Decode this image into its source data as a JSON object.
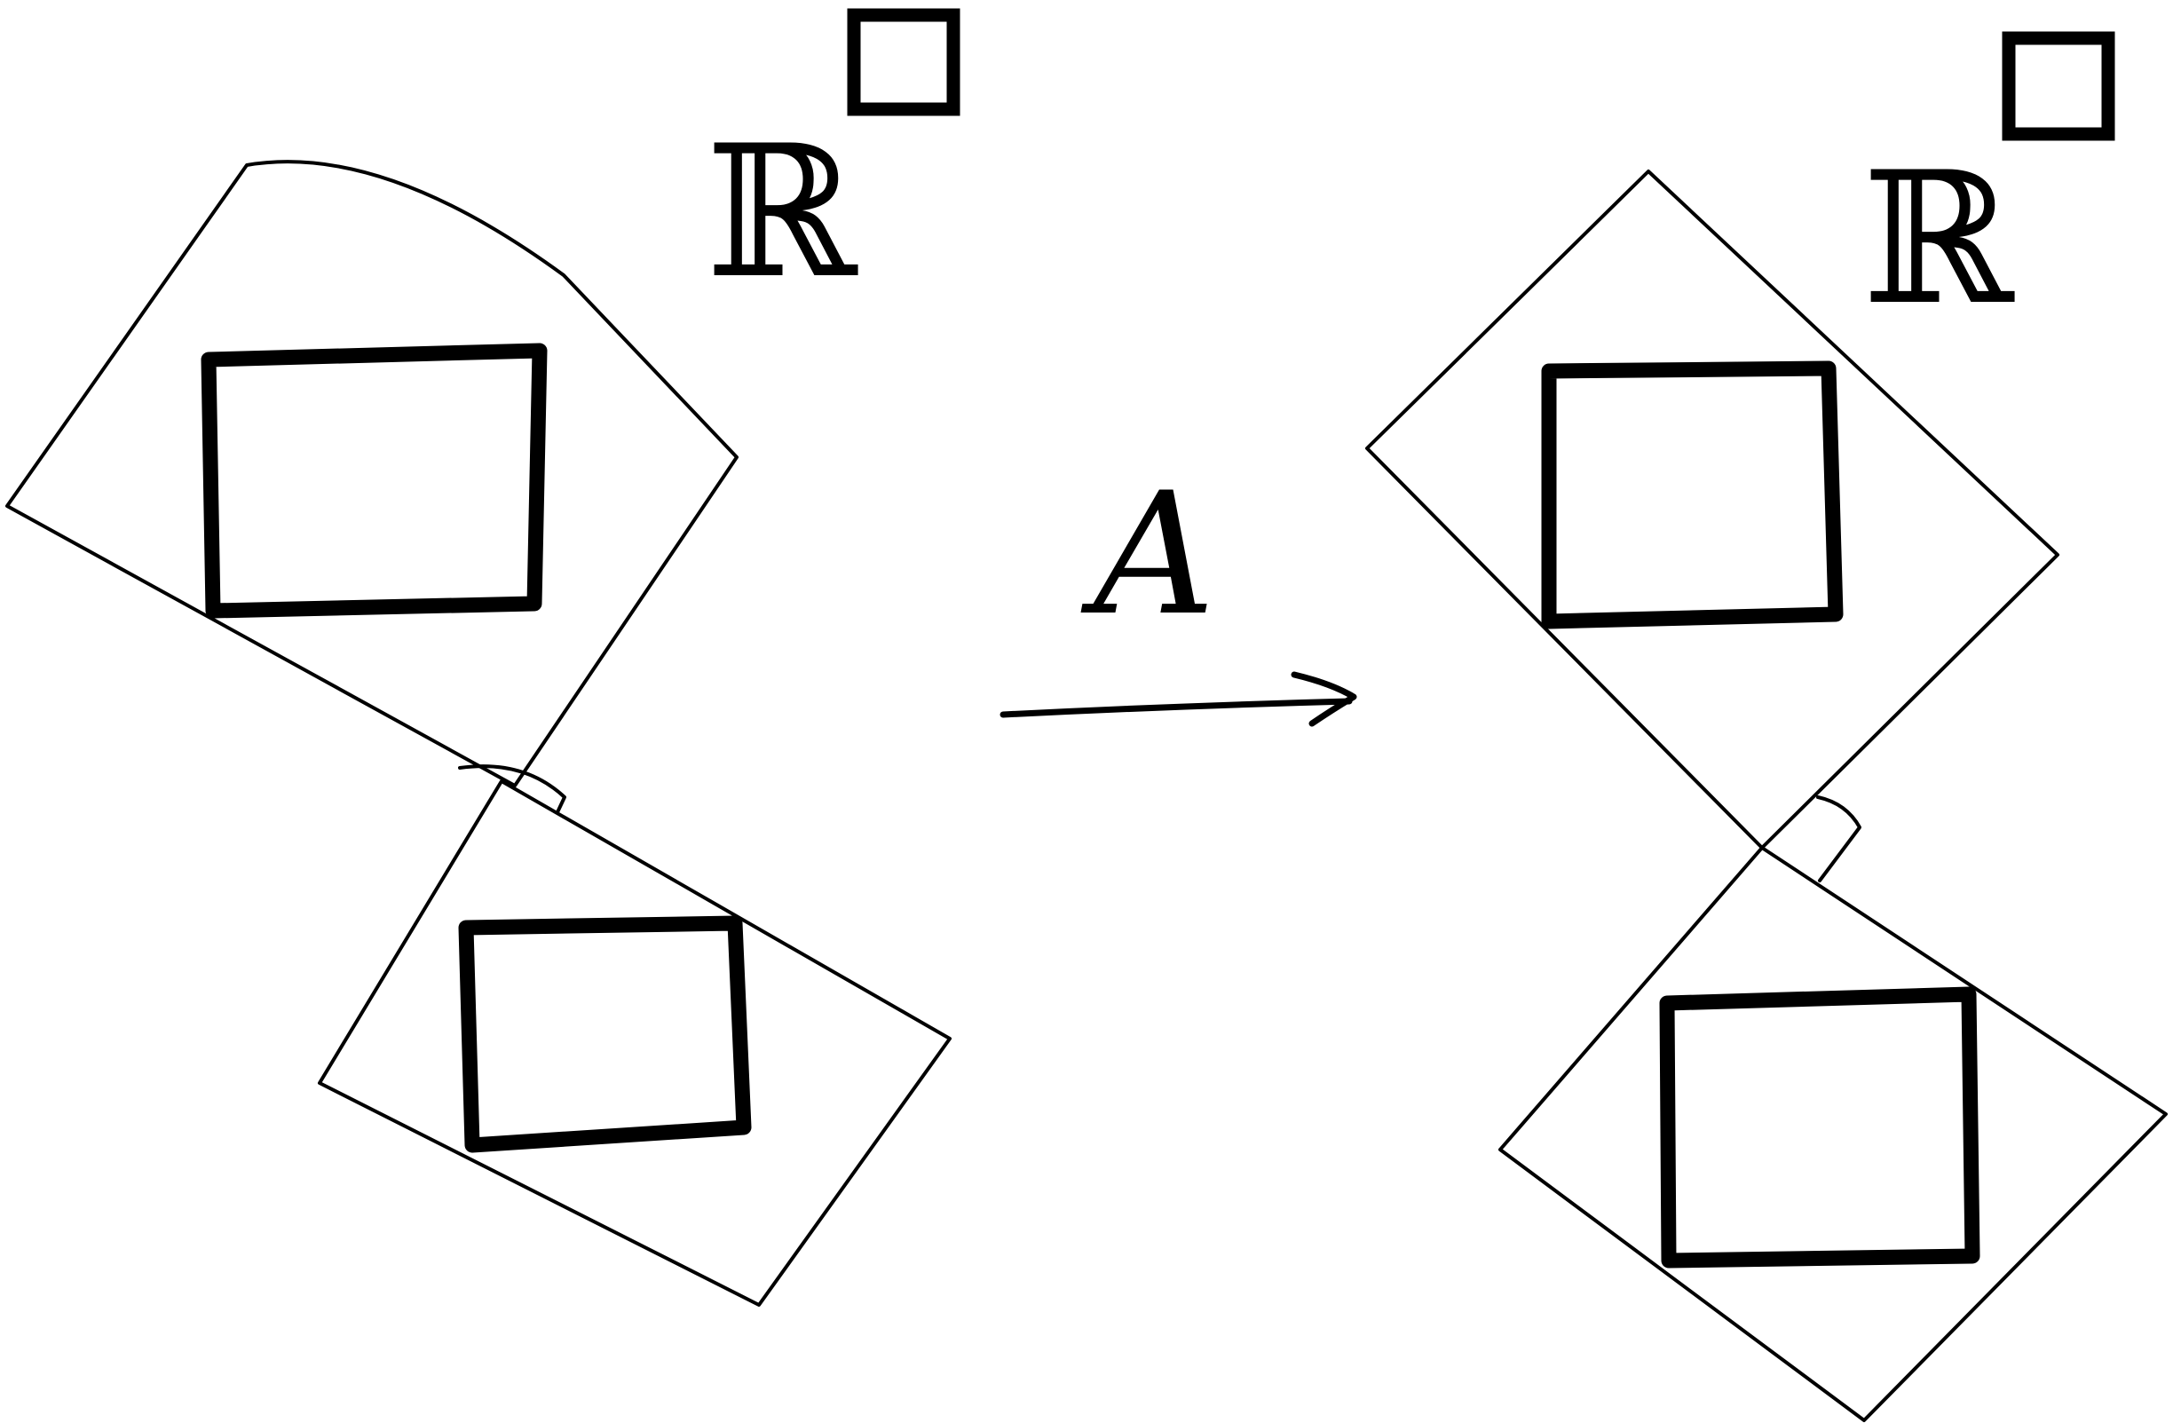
{
  "diagram": {
    "left_panel": {
      "space_label": "ℝ"
    },
    "right_panel": {
      "space_label": "ℝ"
    },
    "map": {
      "label": "A"
    },
    "colors": {
      "ink": "#000000",
      "background": "#ffffff"
    }
  }
}
